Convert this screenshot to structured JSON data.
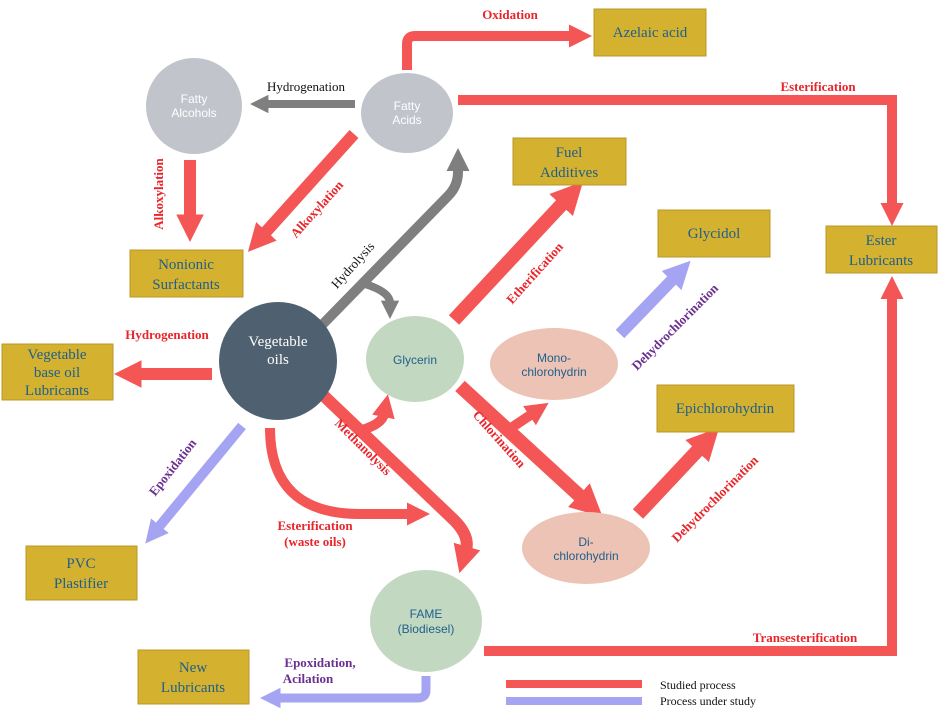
{
  "colors": {
    "studied": "#f35655",
    "under_study": "#a4a4f2",
    "neutral_arrow": "#7f7f7f",
    "box_fill": "#d4b12f",
    "box_text": "#1f5f8b",
    "veg_oil": "#4f6170",
    "glycerin": "#c3d8c0",
    "fame": "#c3d8c0",
    "fatty": "#c2c4cc",
    "chloro": "#ecc3b4"
  },
  "nodes": {
    "fatty_alcohols": [
      "Fatty",
      "Alcohols"
    ],
    "fatty_acids": [
      "Fatty",
      "Acids"
    ],
    "vegetable_oils": [
      "Vegetable",
      "oils"
    ],
    "glycerin": "Glycerin",
    "mono_chlorohydrin": [
      "Mono-",
      "chlorohydrin"
    ],
    "di_chlorohydrin": [
      "Di-",
      "chlorohydrin"
    ],
    "fame": [
      "FAME",
      "(Biodiesel)"
    ],
    "azelaic_acid": "Azelaic acid",
    "fuel_additives": [
      "Fuel",
      "Additives"
    ],
    "glycidol": "Glycidol",
    "ester_lubricants": [
      "Ester",
      "Lubricants"
    ],
    "nonionic_surfactants": [
      "Nonionic",
      "Surfactants"
    ],
    "vegetable_base_oil": [
      "Vegetable",
      "base oil",
      "Lubricants"
    ],
    "epichlorohydrin": "Epichlorohydrin",
    "pvc_plastifier": [
      "PVC",
      "Plastifier"
    ],
    "new_lubricants": [
      "New",
      "Lubricants"
    ]
  },
  "processes": {
    "oxidation": "Oxidation",
    "esterification_top": "Esterification",
    "hydrogenation_top": "Hydrogenation",
    "alkoxylation_left": "Alkoxylation",
    "alkoxylation_diag": "Alkoxylation",
    "hydrolysis": "Hydrolysis",
    "etherification": "Etherification",
    "dehydrochlorination_1": "Dehydrochlorination",
    "hydrogenation_left": "Hydrogenation",
    "chlorination": "Chlorination",
    "methanolysis": "Methanolysis",
    "dehydrochlorination_2": "Dehydrochlorination",
    "epoxidation": "Epoxidation",
    "esterification_waste": [
      "Esterification",
      "(waste oils)"
    ],
    "transesterification": "Transesterification",
    "epoxidation_acilation": [
      "Epoxidation,",
      "Acilation"
    ]
  },
  "legend": {
    "studied": "Studied process",
    "under_study": "Process under study"
  }
}
